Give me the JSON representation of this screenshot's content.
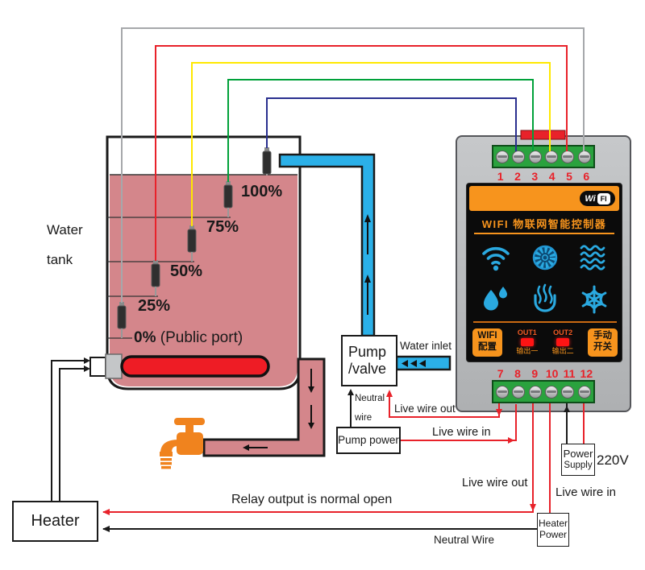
{
  "colors": {
    "accent_orange": "#f7941d",
    "led_red": "#ff1414",
    "terminal_green": "#2aa23e",
    "icon_cyan": "#2aa9e0",
    "water_pink": "#d4868b",
    "pipe_blue": "#2bb0e8",
    "wire_blue": "#2a2f8f",
    "wire_green": "#00a13a",
    "wire_yellow": "#ffe800",
    "wire_red": "#e8222a",
    "wire_gray": "#a6a8ab"
  },
  "tank": {
    "label_line1": "Water",
    "label_line2": "tank",
    "levels": [
      {
        "label": "100%",
        "wire_color": "blue"
      },
      {
        "label": "75%",
        "wire_color": "green"
      },
      {
        "label": "50%",
        "wire_color": "yellow"
      },
      {
        "label": "25%",
        "wire_color": "red"
      },
      {
        "label": "0%",
        "suffix": "(Public port)",
        "wire_color": "gray"
      }
    ]
  },
  "controller": {
    "logo_wi": "Wi",
    "logo_fi": "FI",
    "title": "WIFI 物联网智能控制器",
    "top_terminals": [
      "1",
      "2",
      "3",
      "4",
      "5",
      "6"
    ],
    "bottom_terminals": [
      "7",
      "8",
      "9",
      "10",
      "11",
      "12"
    ],
    "icons": [
      "wifi-signal-icon",
      "impeller-icon",
      "waves-icon",
      "water-drops-icon",
      "heating-icon",
      "snowflake-icon"
    ],
    "buttons": {
      "wifi_config_line1": "WIFI",
      "wifi_config_line2": "配置",
      "manual_line1": "手动",
      "manual_line2": "开关"
    },
    "outputs": [
      {
        "label": "OUT1",
        "sub": "输出一"
      },
      {
        "label": "OUT2",
        "sub": "输出二"
      }
    ]
  },
  "labels": {
    "water_inlet": "Water inlet",
    "pump_valve_line1": "Pump",
    "pump_valve_line2": "/valve",
    "neutral_line1": "Neutral",
    "neutral_line2": "wire",
    "pump_power": "Pump power",
    "live_wire_out_pump": "Live wire out",
    "live_wire_in_pump": "Live wire in",
    "live_wire_out_heater": "Live wire out",
    "live_wire_in_heater": "Live wire in",
    "relay_note": "Relay output is normal open",
    "neutral_wire": "Neutral Wire",
    "heater": "Heater",
    "heater_power_line1": "Heater",
    "heater_power_line2": "Power",
    "power_supply_line1": "Power",
    "power_supply_line2": "Supply",
    "voltage": "220V"
  }
}
